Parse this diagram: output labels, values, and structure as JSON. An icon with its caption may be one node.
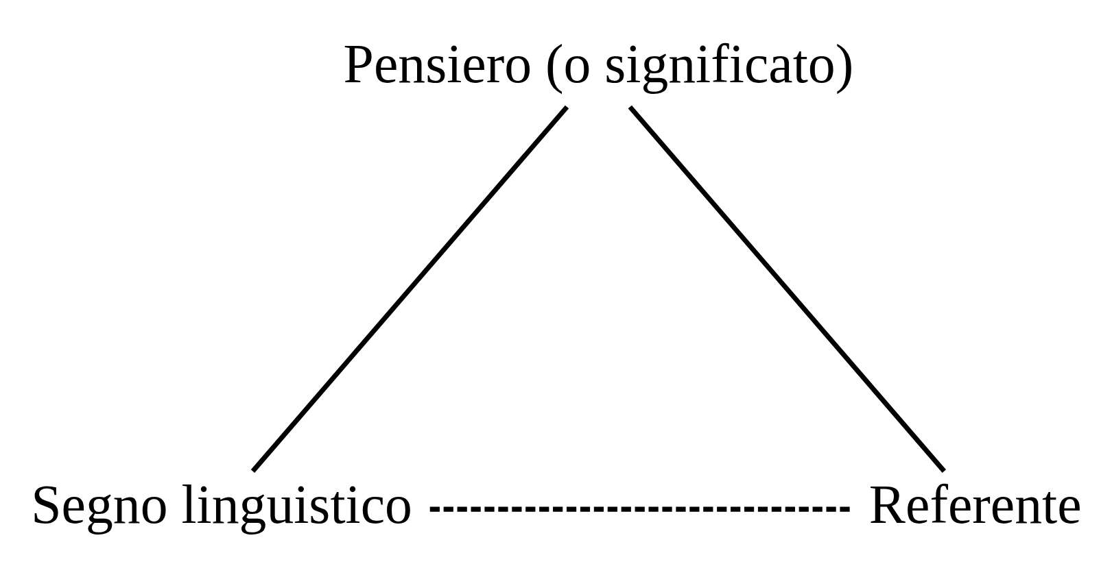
{
  "diagram": {
    "nodes": [
      {
        "text": [
          "Pensiero (o significato)"
        ]
      },
      {
        "text": [
          "Segno linguistico"
        ]
      },
      {
        "text": [
          "Referente"
        ]
      }
    ],
    "edges": [
      {
        "from": 0,
        "to": 1,
        "arrow": "none"
      },
      {
        "from": 0,
        "to": 2,
        "arrow": "none"
      },
      {
        "from": 1,
        "to": 2,
        "arrow": "none",
        "style": "dashed"
      }
    ]
  }
}
